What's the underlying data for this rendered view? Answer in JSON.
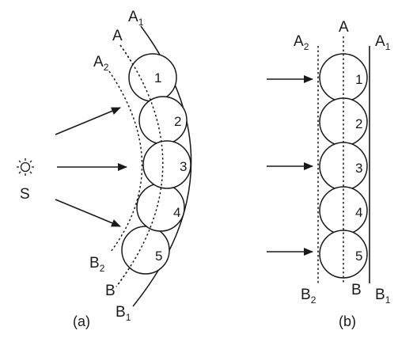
{
  "figure_a": {
    "source_label": "S",
    "front_labels": {
      "A1": {
        "main": "A",
        "sub": "1"
      },
      "A": {
        "main": "A"
      },
      "A2": {
        "main": "A",
        "sub": "2"
      }
    },
    "back_labels": {
      "B1": {
        "main": "B",
        "sub": "1"
      },
      "B": {
        "main": "B"
      },
      "B2": {
        "main": "B",
        "sub": "2"
      }
    },
    "wavelet_numbers": [
      "1",
      "2",
      "3",
      "4",
      "5"
    ],
    "caption": "(a)"
  },
  "figure_b": {
    "front_labels": {
      "A2": {
        "main": "A",
        "sub": "2"
      },
      "A": {
        "main": "A"
      },
      "A1": {
        "main": "A",
        "sub": "1"
      }
    },
    "back_labels": {
      "B2": {
        "main": "B",
        "sub": "2"
      },
      "B": {
        "main": "B"
      },
      "B1": {
        "main": "B",
        "sub": "1"
      }
    },
    "wavelet_numbers": [
      "1",
      "2",
      "3",
      "4",
      "5"
    ],
    "caption": "(b)"
  },
  "colors": {
    "ink": "#1a1a1a",
    "background": "#ffffff"
  }
}
